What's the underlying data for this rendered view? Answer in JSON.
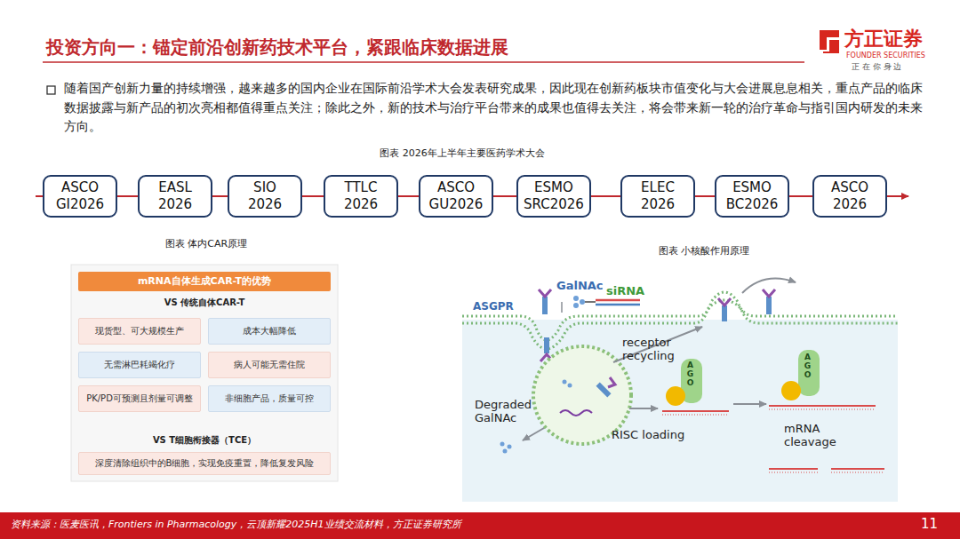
{
  "diagram": {
    "title": "投资方向一：锚定前沿创新药技术平台，紧跟临床数据进展",
    "nodes": [
      {
        "text": [
          "ASCO GI2026"
        ]
      },
      {
        "text": [
          "EASL 2026"
        ]
      },
      {
        "text": [
          "SIO 2026"
        ]
      },
      {
        "text": [
          "TTLC 2026"
        ]
      },
      {
        "text": [
          "ASCO GU2026"
        ]
      },
      {
        "text": [
          "ESMO SRC2026"
        ]
      },
      {
        "text": [
          "ELEC 2026"
        ]
      },
      {
        "text": [
          "ESMO BC2026"
        ]
      },
      {
        "text": [
          "ASCO 2026"
        ]
      },
      {
        "text": [
          "mRNA自体生成CAR-T的优势"
        ]
      },
      {
        "text": [
          "现货型、可大规模生产"
        ]
      },
      {
        "text": [
          "成本大幅降低"
        ]
      },
      {
        "text": [
          "无需淋巴耗竭化疗"
        ]
      },
      {
        "text": [
          "病人可能无需住院"
        ]
      },
      {
        "text": [
          "PK/PD可预测且剂量可调整"
        ]
      },
      {
        "text": [
          "非细胞产品，质量可控"
        ]
      },
      {
        "text": [
          "深度清除组织中的B细胞，实现免疫重置，降低复发风险"
        ]
      }
    ],
    "edges": [
      {
        "from": 0,
        "to": 1,
        "arrow": "none"
      },
      {
        "from": 1,
        "to": 2,
        "arrow": "none"
      },
      {
        "from": 2,
        "to": 3,
        "arrow": "none"
      },
      {
        "from": 3,
        "to": 4,
        "arrow": "none"
      },
      {
        "from": 4,
        "to": 5,
        "arrow": "none"
      },
      {
        "from": 5,
        "to": 6,
        "arrow": "none"
      },
      {
        "from": 6,
        "to": 7,
        "arrow": "none"
      },
      {
        "from": 7,
        "to": 8,
        "arrow": "none"
      }
    ],
    "labels": [
      "方正证券",
      "FOUNDER SECURITIES",
      "正 在 你 身 边",
      "随着国产创新力量的持续增强，越来越多的国内企业在国际前沿学术大会发表研究成果，因此现在创新药板块市值变化与大会进展息息相关，重点产品的临床数据披露与新产品的初次亮相都值得重点关注；除此之外，新的技术与治疗平台带来的成果也值得去关注，将会带来新一轮的治疗革命与指引国内研发的未来方向。",
      "图表 2026年上半年主要医药学术大会",
      "图表 体内CAR原理",
      "图表 小核酸作用原理",
      "VS 传统自体CAR-T",
      "VS T细胞衔接器（TCE）",
      "GalNAc",
      "siRNA",
      "ASGPR",
      "receptor recycling",
      "Degraded GalNAc",
      "RISC loading",
      "AGO",
      "AGO",
      "mRNA cleavage",
      "资料来源：医麦医讯，Frontiers in Pharmacology，云顶新耀2025H1业绩交流材料，方正证券研究所",
      "11"
    ]
  }
}
